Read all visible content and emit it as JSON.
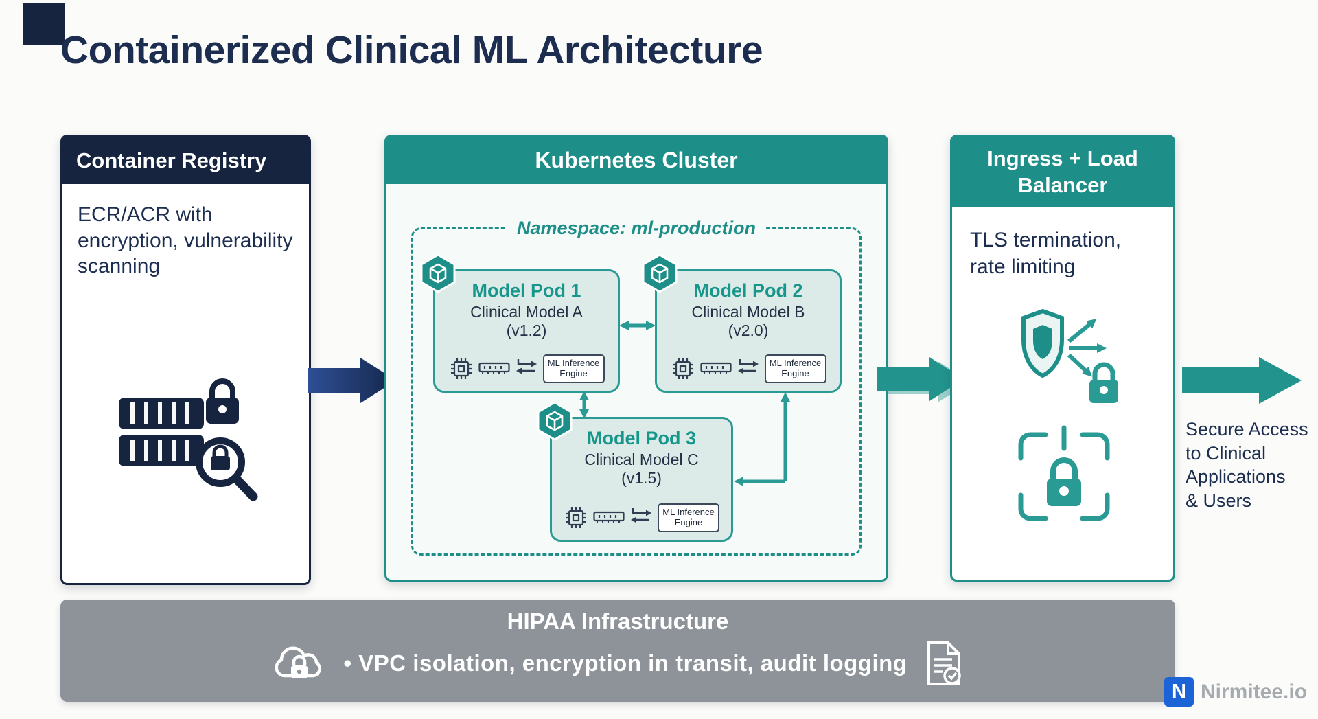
{
  "page": {
    "title": "Containerized Clinical ML Architecture"
  },
  "registry": {
    "header": "Container Registry",
    "body": "ECR/ACR with encryption, vulnerability scanning"
  },
  "cluster": {
    "header": "Kubernetes Cluster",
    "namespace": "Namespace: ml-production",
    "pods": [
      {
        "title": "Model Pod 1",
        "model": "Clinical Model A",
        "version": "(v1.2)",
        "engine": "ML Inference Engine"
      },
      {
        "title": "Model Pod 2",
        "model": "Clinical Model B",
        "version": "(v2.0)",
        "engine": "ML Inference Engine"
      },
      {
        "title": "Model Pod 3",
        "model": "Clinical Model C",
        "version": "(v1.5)",
        "engine": "ML Inference Engine"
      }
    ]
  },
  "ingress": {
    "header": "Ingress + Load Balancer",
    "body": "TLS termination, rate limiting"
  },
  "flow": {
    "secure_access": "Secure Access\nto Clinical\nApplications\n& Users"
  },
  "hipaa": {
    "title": "HIPAA Infrastructure",
    "body": "• VPC isolation, encryption in transit, audit logging"
  },
  "branding": {
    "mark": "N",
    "name": "Nirmitee.io"
  },
  "colors": {
    "navy": "#16243f",
    "teal_header": "#1e8e89",
    "teal_accent": "#2a9a94",
    "pod_fill": "#dcebe7",
    "pod_title_teal": "#17968c",
    "banner_gray": "#8d9399",
    "brand_blue": "#1b63d6",
    "text_dark": "#1c2d4f",
    "background": "#fbfbf9"
  }
}
